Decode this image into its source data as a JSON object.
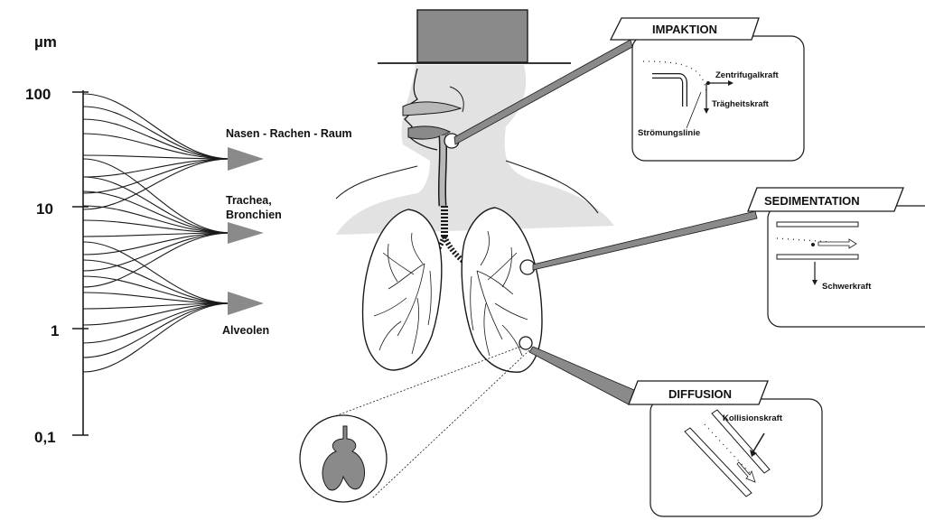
{
  "axis": {
    "unit": "µm",
    "ticks": [
      "100",
      "10",
      "1",
      "0,1"
    ]
  },
  "regions": {
    "nasopharynx": "Nasen - Rachen - Raum",
    "trachea_line1": "Trachea,",
    "trachea_line2": "Bronchien",
    "alveoli": "Alveolen"
  },
  "mechanisms": {
    "impaktion": {
      "title": "IMPAKTION",
      "centrifugal": "Zentrifugalkraft",
      "inertia": "Trägheitskraft",
      "streamline": "Strömungslinie"
    },
    "sedimentation": {
      "title": "SEDIMENTATION",
      "gravity": "Schwerkraft"
    },
    "diffusion": {
      "title": "DIFFUSION",
      "collision": "Kollisionskraft"
    }
  },
  "colors": {
    "line": "#1a1a1a",
    "shade_dark": "#8a8a8a",
    "shade_mid": "#b8b8b8",
    "shade_light": "#e2e2e2"
  }
}
